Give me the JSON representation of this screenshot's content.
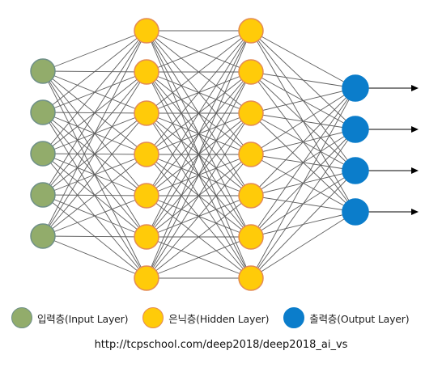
{
  "network": {
    "layers": [
      {
        "id": "input",
        "neurons": 5,
        "fill": "#92AC6B",
        "stroke": "#6E8F88"
      },
      {
        "id": "hidden1",
        "neurons": 7,
        "fill": "#FFCB09",
        "stroke": "#E38A55"
      },
      {
        "id": "hidden2",
        "neurons": 7,
        "fill": "#FFCB09",
        "stroke": "#E38A55"
      },
      {
        "id": "output",
        "neurons": 4,
        "fill": "#0B7DCB",
        "stroke": "#0B7DCB"
      }
    ],
    "connection_color": "#5C5C5C",
    "arrow_color": "#000000"
  },
  "legend": {
    "items": [
      {
        "label": "입력층(Input Layer)",
        "fill": "#92AC6B",
        "stroke": "#6E8F88"
      },
      {
        "label": "은닉층(Hidden Layer)",
        "fill": "#FFCB09",
        "stroke": "#E38A55"
      },
      {
        "label": "출력층(Output Layer)",
        "fill": "#0B7DCB",
        "stroke": "#0B7DCB"
      }
    ]
  },
  "source": "http://tcpschool.com/deep2018/deep2018_ai_vs"
}
